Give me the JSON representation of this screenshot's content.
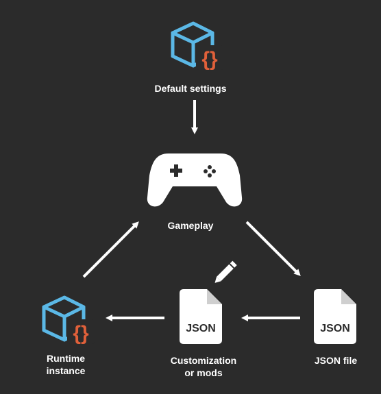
{
  "nodes": {
    "default_settings": {
      "label": "Default settings",
      "icon": "cube-braces-icon"
    },
    "gameplay": {
      "label": "Gameplay",
      "icon": "gamepad-icon"
    },
    "json_file": {
      "label": "JSON file",
      "icon": "json-file-icon",
      "file_text": "JSON"
    },
    "customization": {
      "label_line1": "Customization",
      "label_line2": "or mods",
      "icon": "json-file-edit-icon",
      "file_text": "JSON"
    },
    "runtime_instance": {
      "label_line1": "Runtime",
      "label_line2": "instance",
      "icon": "cube-braces-icon"
    }
  },
  "colors": {
    "background": "#2b2b2b",
    "foreground": "#ffffff",
    "cube_blue": "#5bb8e6",
    "braces_orange": "#e0603a"
  }
}
